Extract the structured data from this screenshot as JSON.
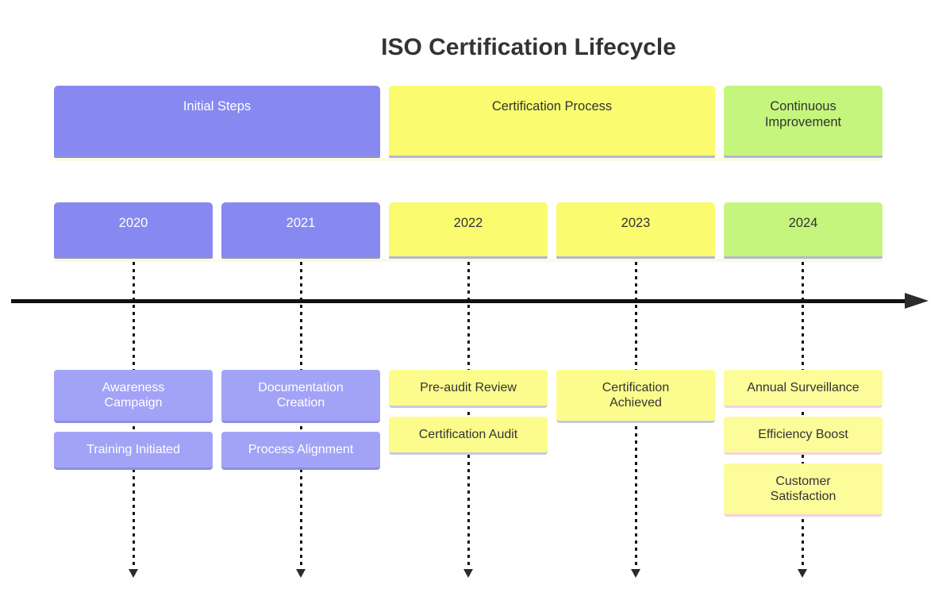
{
  "title": "ISO Certification Lifecycle",
  "sections": [
    {
      "label": "Initial Steps"
    },
    {
      "label": "Certification Process"
    },
    {
      "label": "Continuous\nImprovement"
    }
  ],
  "periods": [
    {
      "year": "2020"
    },
    {
      "year": "2021"
    },
    {
      "year": "2022"
    },
    {
      "year": "2023"
    },
    {
      "year": "2024"
    }
  ],
  "events": {
    "2020": [
      "Awareness\nCampaign",
      "Training Initiated"
    ],
    "2021": [
      "Documentation\nCreation",
      "Process Alignment"
    ],
    "2022": [
      "Pre-audit Review",
      "Certification Audit"
    ],
    "2023": [
      "Certification\nAchieved"
    ],
    "2024": [
      "Annual Surveillance",
      "Efficiency Boost",
      "Customer\nSatisfaction"
    ]
  },
  "colors": {
    "section_purple": "#8789f0",
    "section_yellow": "#fbfb70",
    "section_green": "#c5f57d",
    "event_purple": "#a2a3f7",
    "event_yellow": "#fcfc8d",
    "event_yellow_pink_border": "#f4d2e2",
    "box_bottom_border": "#b4b6d6",
    "cream_strip": "#fbfbdf",
    "axis_black": "#111111",
    "text_dark": "#333333",
    "text_light": "#ffffff"
  }
}
